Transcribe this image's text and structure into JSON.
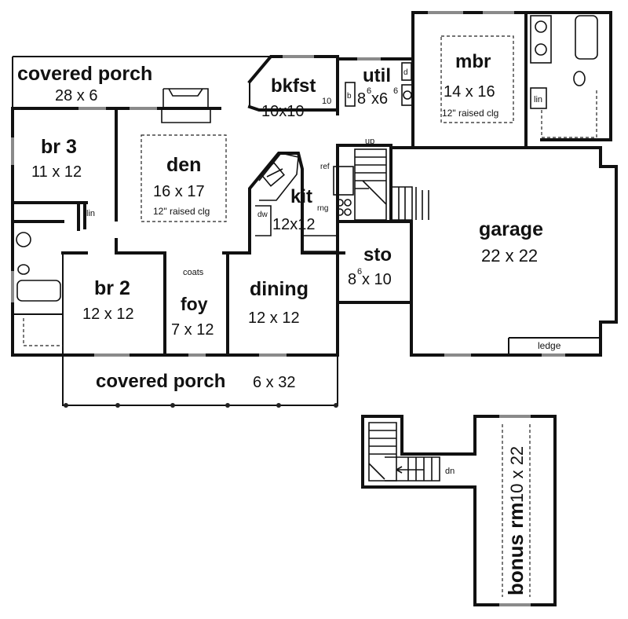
{
  "rooms": {
    "porch_back": {
      "name": "covered porch",
      "size": "28 x 6"
    },
    "bkfst": {
      "name": "bkfst",
      "size": "10x10",
      "sup": "10"
    },
    "util": {
      "name": "util",
      "size_a": "8",
      "sup_a": "6",
      "size_b": "x6",
      "sup_b": "6"
    },
    "mbr": {
      "name": "mbr",
      "size": "14 x 16",
      "note": "12\" raised clg"
    },
    "br3": {
      "name": "br 3",
      "size": "11 x 12"
    },
    "den": {
      "name": "den",
      "size": "16 x 17",
      "note": "12\" raised clg"
    },
    "kit": {
      "name": "kit",
      "size": "12x12"
    },
    "garage": {
      "name": "garage",
      "size": "22 x 22"
    },
    "sto": {
      "name": "sto",
      "size_a": "8",
      "sup": "6",
      "size_b": " x 10"
    },
    "br2": {
      "name": "br 2",
      "size": "12 x 12"
    },
    "foy": {
      "name": "foy",
      "size": "7 x 12"
    },
    "dining": {
      "name": "dining",
      "size": "12 x 12"
    },
    "porch_front": {
      "name": "covered porch",
      "size": "6 x 32"
    },
    "bonus": {
      "name": "bonus rm",
      "size": "10 x 22"
    }
  },
  "small_labels": {
    "up": "up",
    "ref": "ref",
    "rng": "rng",
    "dw": "dw",
    "lin_br": "lin",
    "lin_mbr": "lin",
    "coats": "coats",
    "ledge": "ledge",
    "dn": "dn",
    "b": "b",
    "d": "d"
  }
}
